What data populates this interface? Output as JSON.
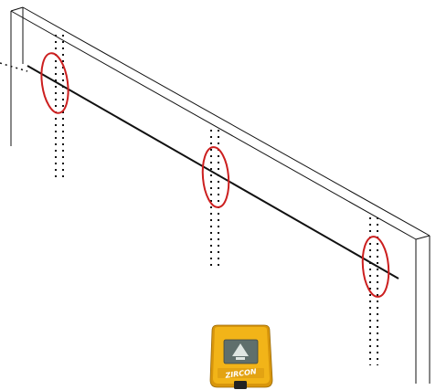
{
  "colors": {
    "background": "#ffffff",
    "lines": "#111111",
    "highlight": "#cc1f1f",
    "device_body": "#f2b418",
    "device_shade": "#d8960c",
    "device_screen": "#5f6f6c",
    "device_brand_band": "#e3a312"
  },
  "diagram": {
    "elements": [
      "sloped-wall-outline",
      "drawn-line",
      "hidden-studs",
      "stud-markers",
      "stud-finder"
    ]
  },
  "stud_finder": {
    "brand": "ZIRCON",
    "icon": "stud-finder-device-icon"
  }
}
